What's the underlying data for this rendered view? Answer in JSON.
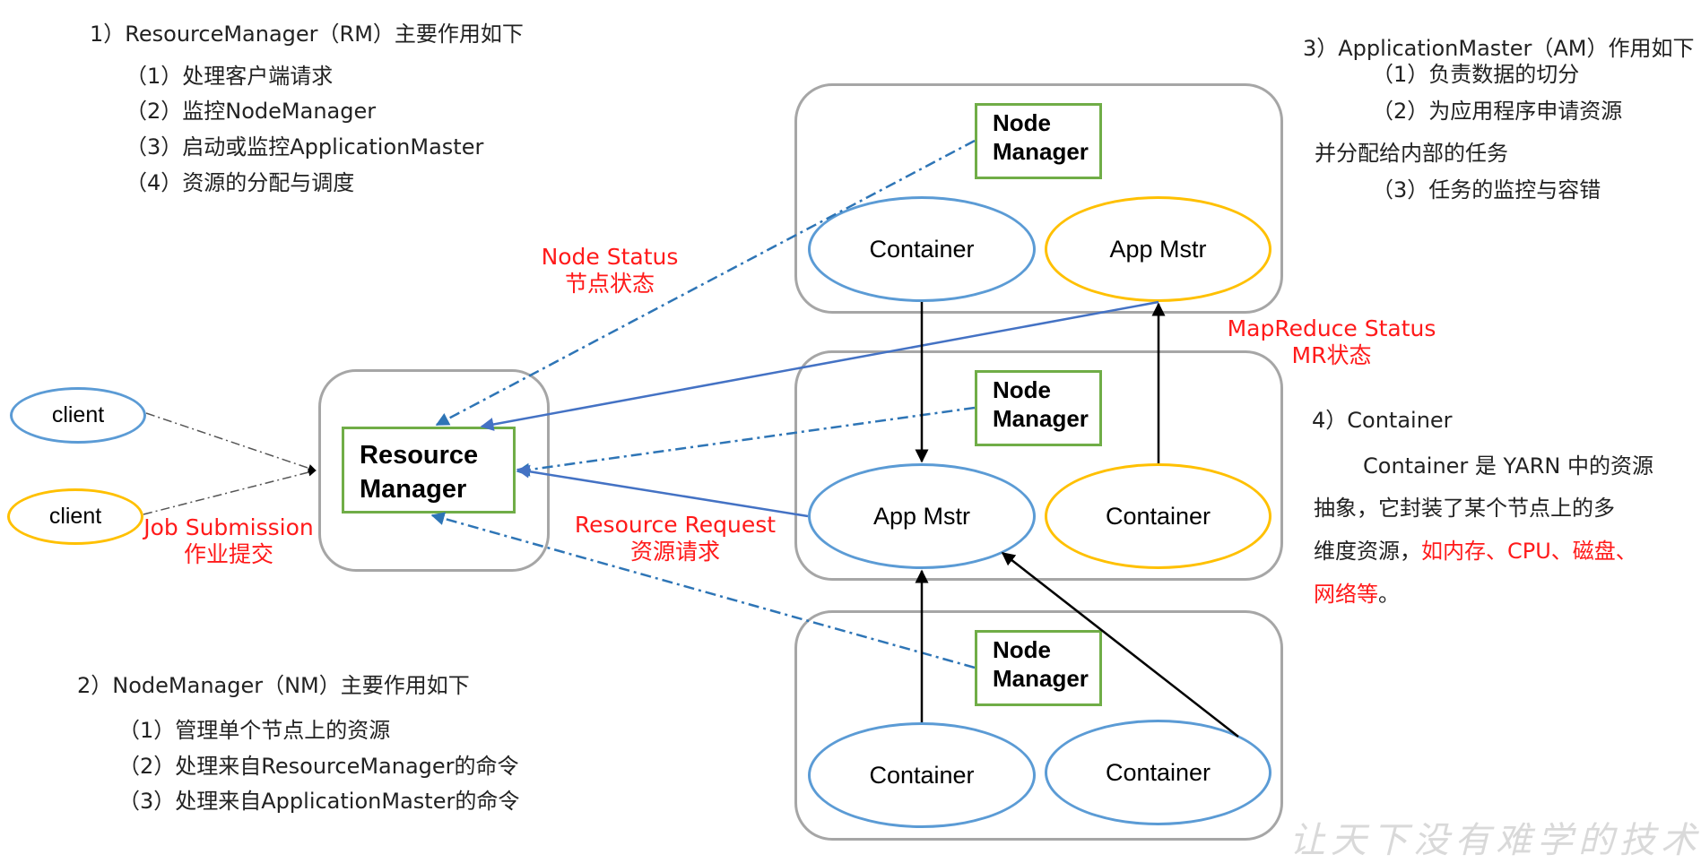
{
  "rm_section": {
    "title": "1）ResourceManager（RM）主要作用如下",
    "items": [
      "（1）处理客户端请求",
      "（2）监控NodeManager",
      "（3）启动或监控ApplicationMaster",
      "（4）资源的分配与调度"
    ]
  },
  "nm_section": {
    "title": "2）NodeManager（NM）主要作用如下",
    "items": [
      "（1）管理单个节点上的资源",
      "（2）处理来自ResourceManager的命令",
      "（3）处理来自ApplicationMaster的命令"
    ]
  },
  "am_section": {
    "title": "3）ApplicationMaster（AM）作用如下",
    "items": [
      "（1）负责数据的切分",
      "（2）为应用程序申请资源",
      "并分配给内部的任务",
      "（3）任务的监控与容错"
    ]
  },
  "container_section": {
    "title": "4）Container",
    "line1": "Container 是 YARN 中的资源",
    "line2": "抽象，它封装了某个节点上的多",
    "line3_prefix": "维度资源，",
    "line3_red": "如内存、CPU、磁盘、",
    "line4_red": "网络等",
    "line4_suffix": "。"
  },
  "diagram": {
    "client_1": "client",
    "client_2": "client",
    "rm_line1": "Resource",
    "rm_line2": "Manager",
    "nm_line1": "Node",
    "nm_line2": "Manager",
    "container": "Container",
    "app_mstr": "App Mstr"
  },
  "labels": {
    "node_status_en": "Node Status",
    "node_status_zh": "节点状态",
    "mr_status_en": "MapReduce Status",
    "mr_status_zh": "MR状态",
    "job_submission_en": "Job Submission",
    "job_submission_zh": "作业提交",
    "resource_request_en": "Resource Request",
    "resource_request_zh": "资源请求"
  },
  "watermark": "让天下没有难学的技术",
  "colors": {
    "label_red": "#ff1a1a",
    "box_green": "#70ad47",
    "ellipse_blue": "#5b9bd5",
    "ellipse_gold": "#ffc000",
    "frame_gray": "#a6a6a6",
    "dashed_blue": "#2e75b6",
    "solid_blue": "#4472c4"
  }
}
